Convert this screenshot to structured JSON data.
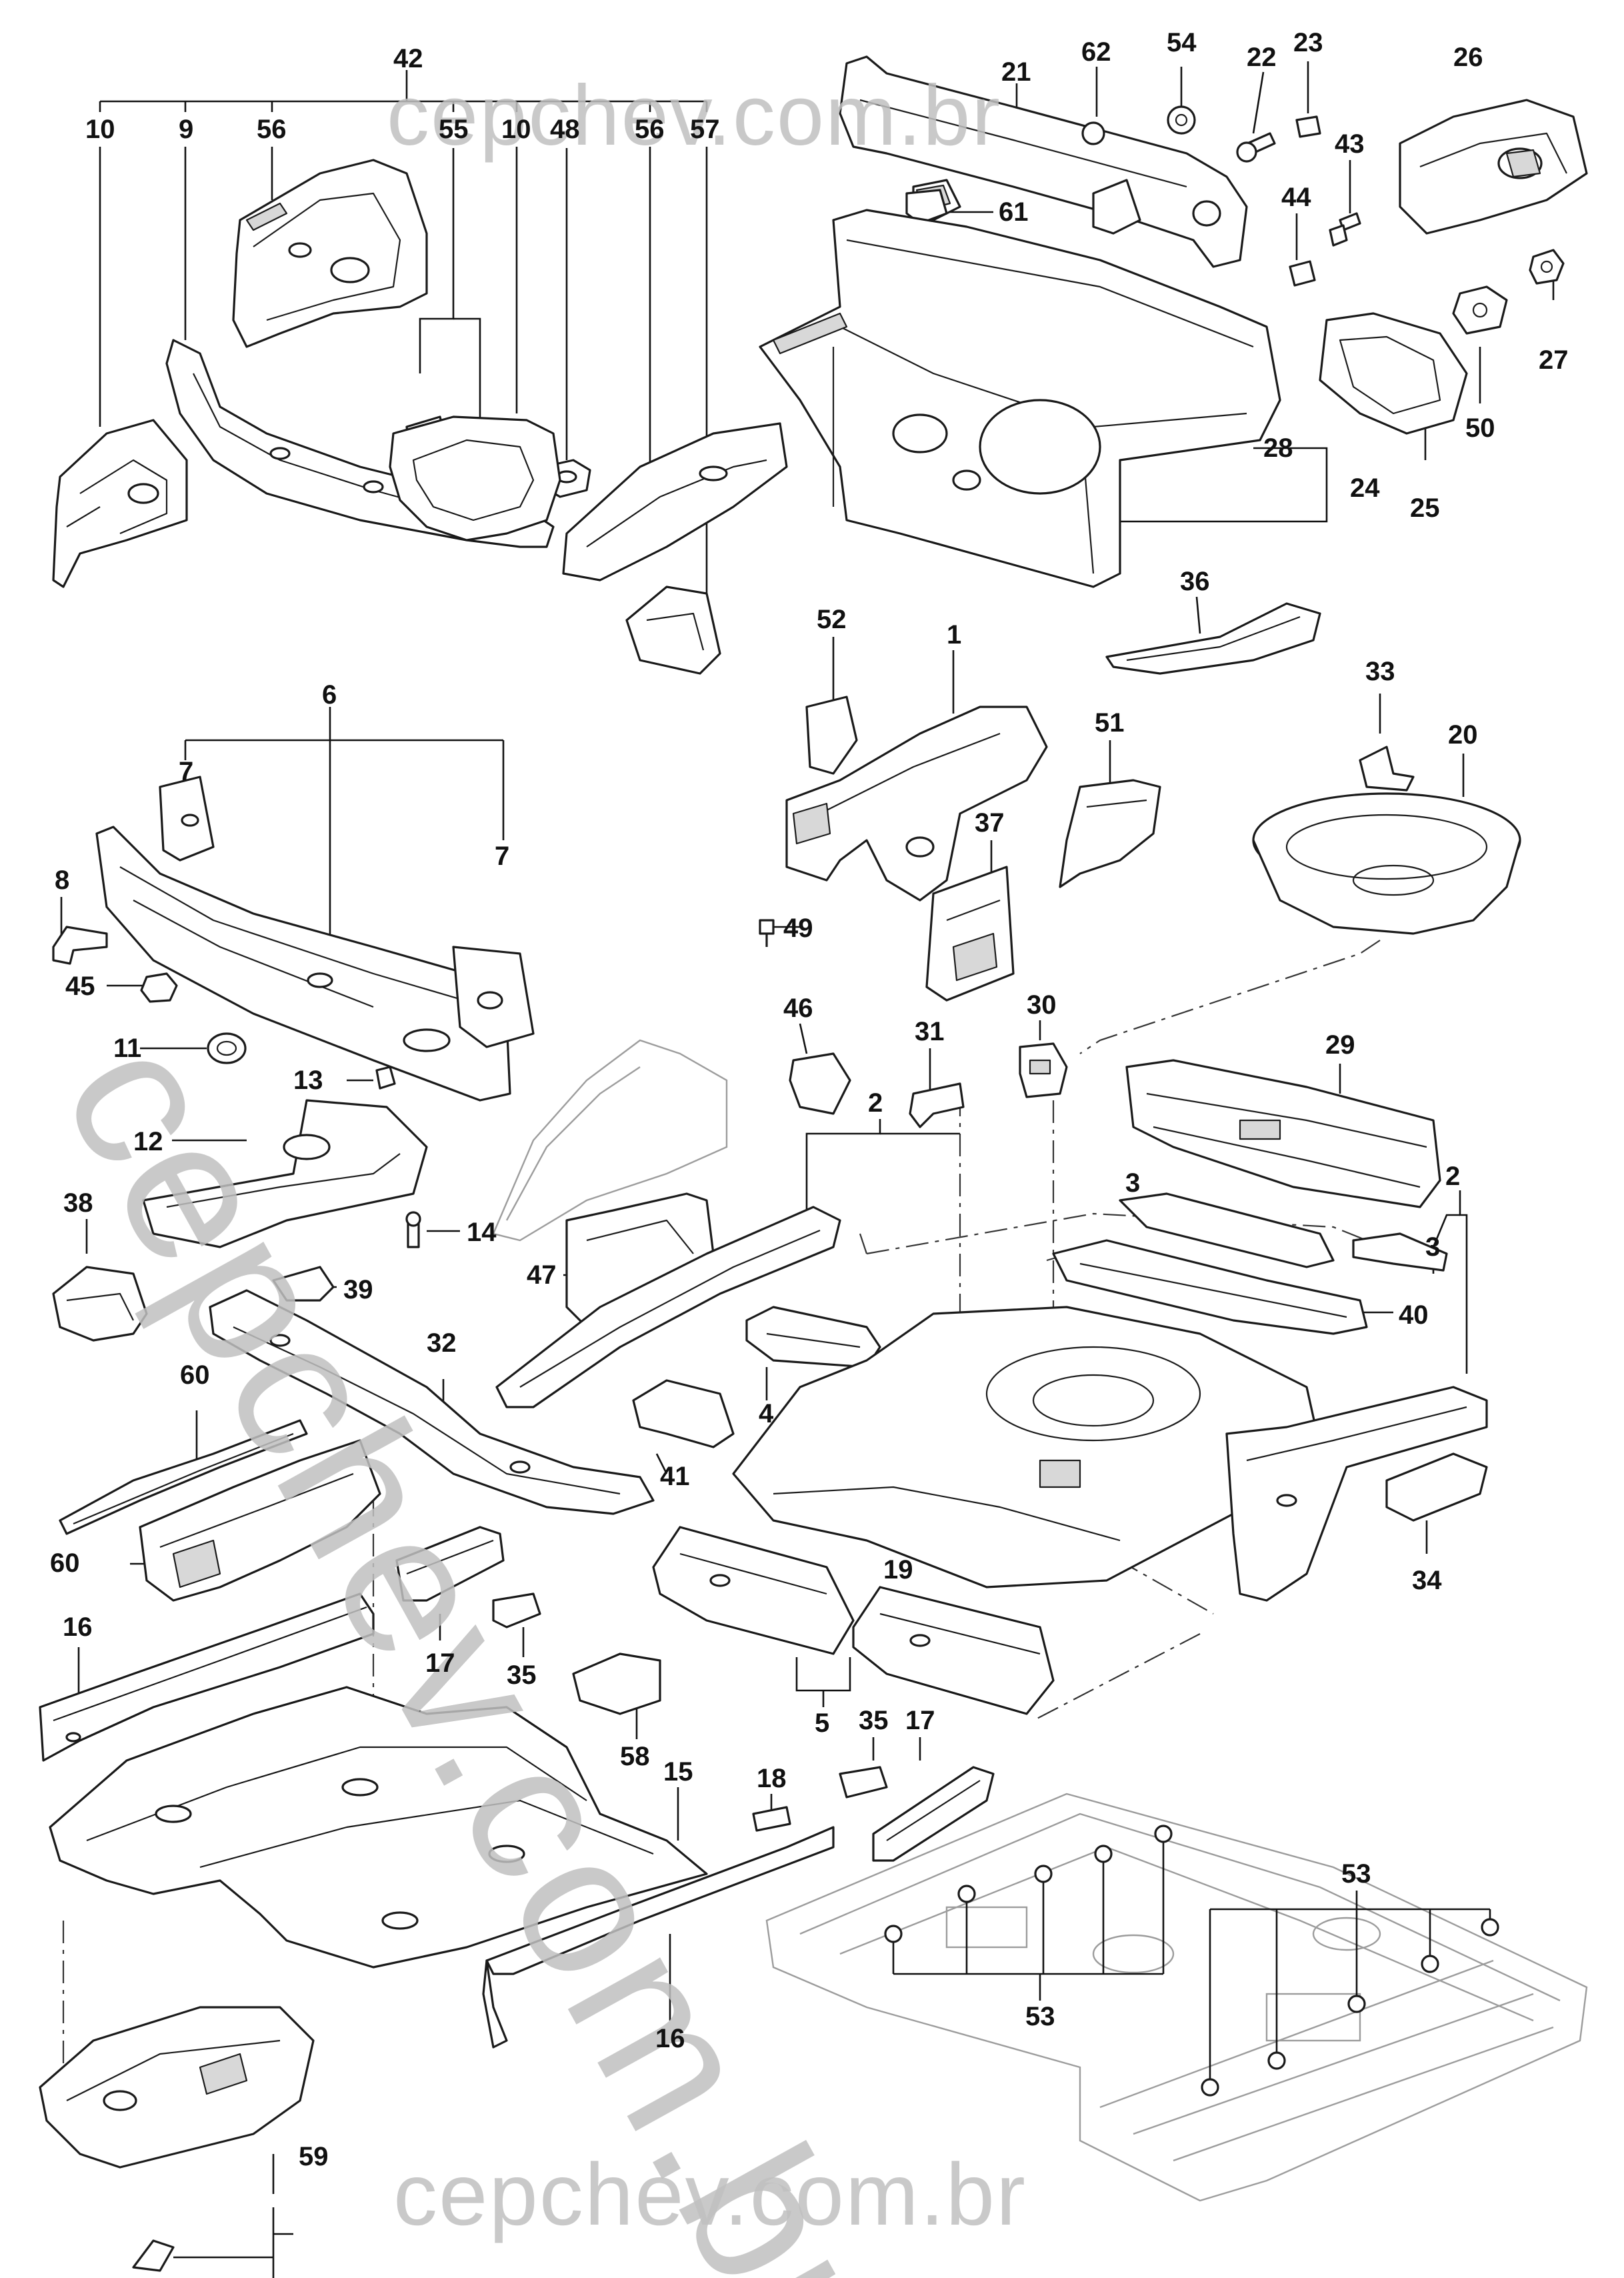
{
  "watermark": {
    "top": "cepchev.com.br",
    "diagonal": "cepchev.com.br",
    "bottom": "cepchev.com.br"
  },
  "colors": {
    "line": "#1a1a1a",
    "shading": "#d8d8d8",
    "ghost_outline": "#9c9c9c",
    "watermark": "#c0c0c0",
    "background": "#ffffff"
  },
  "callouts": {
    "c42": "42",
    "c10a": "10",
    "c9": "9",
    "c56a": "56",
    "c55": "55",
    "c10b": "10",
    "c48": "48",
    "c56b": "56",
    "c57": "57",
    "c21": "21",
    "c62": "62",
    "c54": "54",
    "c22": "22",
    "c23": "23",
    "c26": "26",
    "c43": "43",
    "c44": "44",
    "c61": "61",
    "c27": "27",
    "c50": "50",
    "c28": "28",
    "c24": "24",
    "c25": "25",
    "c36": "36",
    "c52": "52",
    "c1": "1",
    "c33": "33",
    "c51": "51",
    "c20": "20",
    "c6": "6",
    "c7a": "7",
    "c7b": "7",
    "c8": "8",
    "c37": "37",
    "c49": "49",
    "c45": "45",
    "c46": "46",
    "c30": "30",
    "c31": "31",
    "c29": "29",
    "c11": "11",
    "c13": "13",
    "c2a": "2",
    "c3a": "3",
    "c2b": "2",
    "c12": "12",
    "c3b": "3",
    "c38": "38",
    "c14": "14",
    "c47": "47",
    "c39": "39",
    "c40": "40",
    "c32": "32",
    "c60a": "60",
    "c4": "4",
    "c41": "41",
    "c60b": "60",
    "c19": "19",
    "c34": "34",
    "c16a": "16",
    "c17a": "17",
    "c35a": "35",
    "c5": "5",
    "c58": "58",
    "c15": "15",
    "c18": "18",
    "c35b": "35",
    "c17b": "17",
    "c53a": "53",
    "c53b": "53",
    "c16b": "16",
    "c59": "59"
  }
}
